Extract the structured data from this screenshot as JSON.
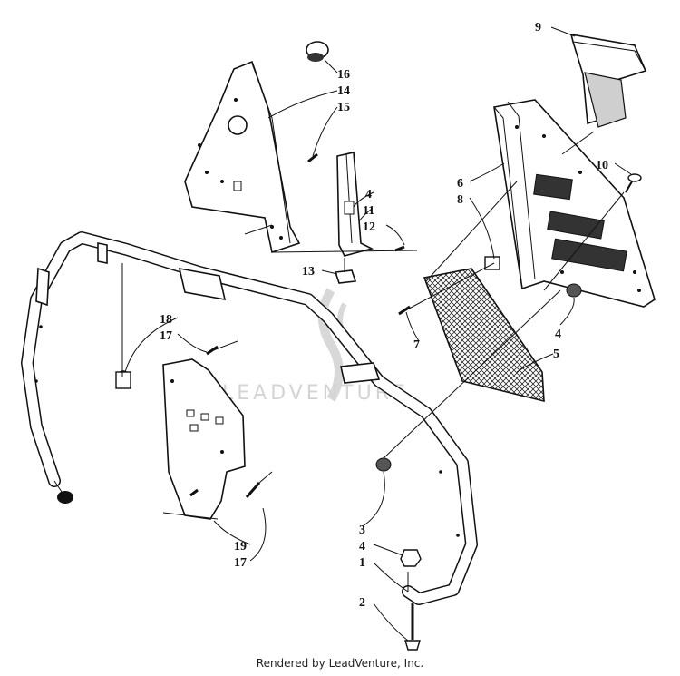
{
  "callouts": {
    "c1": "1",
    "c2": "2",
    "c3": "3",
    "c4a": "4",
    "c4b": "4",
    "c4c": "4",
    "c5": "5",
    "c6": "6",
    "c7": "7",
    "c8": "8",
    "c9": "9",
    "c10": "10",
    "c11": "11",
    "c12": "12",
    "c13": "13",
    "c14": "14",
    "c15": "15",
    "c16": "16",
    "c17a": "17",
    "c17b": "17",
    "c18": "18",
    "c19": "19"
  },
  "watermark": "LEADVENTURE",
  "footer": "Rendered by LeadVenture, Inc."
}
